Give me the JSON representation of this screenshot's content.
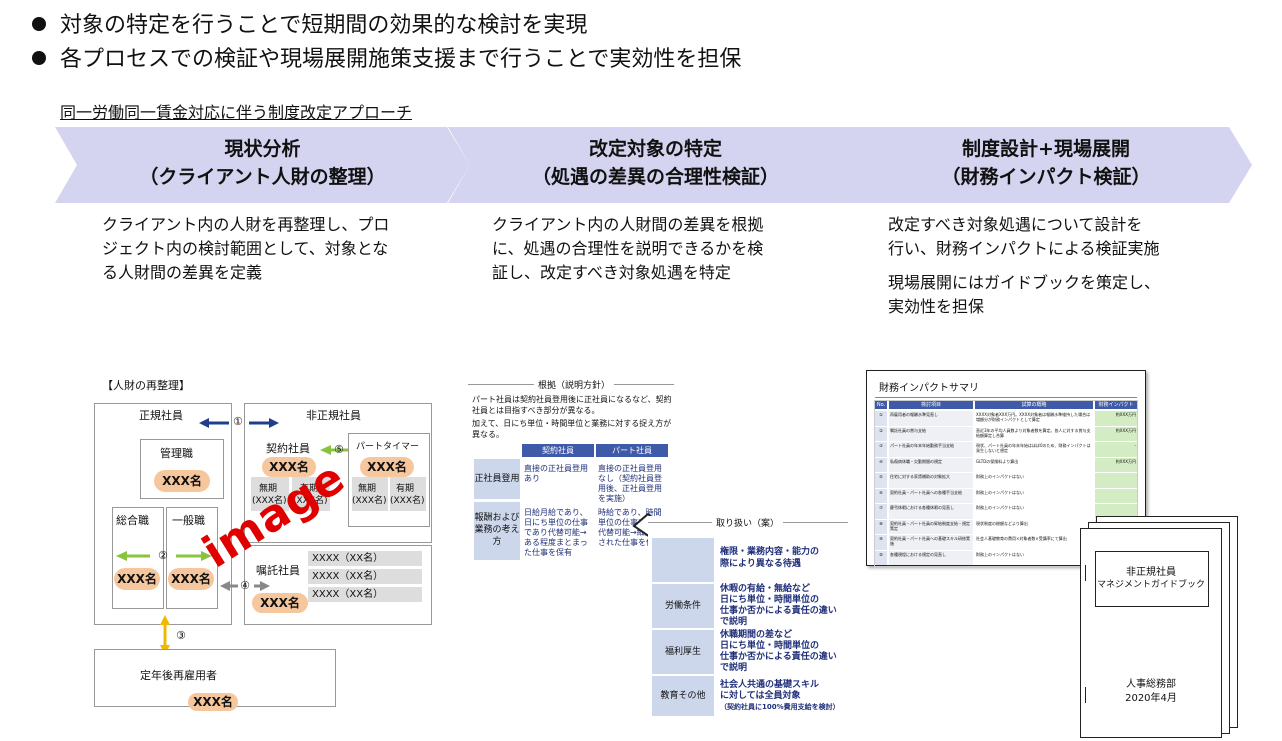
{
  "bullets": [
    "対象の特定を行うことで短期間の効果的な検討を実現",
    "各プロセスでの検証や現場展開施策支援まで行うことで実効性を担保"
  ],
  "approach_title": "同一労働同一賃金対応に伴う制度改定アプローチ",
  "steps": [
    {
      "line1": "現状分析",
      "line2": "（クライアント人財の整理）",
      "desc": [
        "クライアント内の人財を再整理し、プロ",
        "ジェクト内の検討範囲として、対象とな",
        "る人財間の差異を定義"
      ]
    },
    {
      "line1": "改定対象の特定",
      "line2": "（処遇の差異の合理性検証）",
      "desc": [
        "クライアント内の人財間の差異を根拠",
        "に、処遇の合理性を説明できるかを検",
        "証し、改定すべき対象処遇を特定"
      ]
    },
    {
      "line1": "制度設計+現場展開",
      "line2": "（財務インパクト検証）",
      "desc": [
        "改定すべき対象処遇について設計を",
        "行い、財務インパクトによる検証実施"
      ],
      "desc2": [
        "現場展開にはガイドブックを策定し、",
        "実効性を担保"
      ]
    }
  ],
  "fig1": {
    "title": "【人財の再整理】",
    "seiki": "正規社員",
    "hiseiki": "非正規社員",
    "kanri": "管理職",
    "sougou": "総合職",
    "ippan": "一般職",
    "keiyaku": "契約社員",
    "part": "パートタイマー",
    "shokutaku": "嘱託社員",
    "teinen": "定年後再雇用者",
    "xxx": "XXX名",
    "muki": "無期",
    "yuki": "有期",
    "muki_sub": "(XXX名)",
    "yuki_sub": "(XXX名)",
    "xxxx_rows": [
      "XXXX（XX名）",
      "XXXX（XX名）",
      "XXXX（XX名）"
    ],
    "n1": "①",
    "n2": "②",
    "n3": "③",
    "n4": "④",
    "n5": "⑤",
    "watermark": "image"
  },
  "fig2": {
    "header": "根拠（説明方針）",
    "para1": "パート社員は契約社員登用後に正社員になるなど、契約社員とは目指すべき部分が異なる。",
    "para2": "加えて、日にち単位・時間単位と業務に対する捉え方が異なる。",
    "col1": "契約社員",
    "col2": "パート社員",
    "row1": "正社員登用",
    "row2": "報酬および業務の考え方",
    "r1c1": "直接の正社員登用あり",
    "r1c2": "直接の正社員登用なし（契約社員登用後、正社員登用を実施）",
    "r2c1": "日給月給であり、日にち単位の仕事であり代替可能→ある程度まとまった仕事を保有",
    "r2c2": "時給であり、時間単位の仕事であり代替可能→細分化された仕事を保有"
  },
  "fig3": {
    "header": "取り扱い（案）",
    "rows": [
      {
        "label": "",
        "text": [
          "権限・業務内容・能力の",
          "際により異なる待遇"
        ]
      },
      {
        "label": "労働条件",
        "text": [
          "休暇の有給・無給など",
          "日にち単位・時間単位の",
          "仕事か否かによる責任の違い",
          "で説明"
        ]
      },
      {
        "label": "福利厚生",
        "text": [
          "休職期間の差など",
          "日にち単位・時間単位の",
          "仕事か否かによる責任の違い",
          "で説明"
        ]
      },
      {
        "label": "教育その他",
        "text": [
          "社会人共通の基礎スキル",
          "に対しては全員対象",
          "（契約社員に100%費用支給を検討）"
        ]
      }
    ]
  },
  "fig4": {
    "title": "財務インパクトサマリ",
    "headers": [
      "No.",
      "検討項目",
      "試算の概略",
      "財務インパクト"
    ],
    "rows": [
      {
        "no": "①",
        "item": "再雇用者の報酬水準見直し",
        "desc": "XXXX対象者XXX万円。XXXX対象者は報酬水準維持した場合は増額分が財務インパクトとして算定",
        "impact": "約XXX万円"
      },
      {
        "no": "②",
        "item": "嘱託社員の賞与支給",
        "desc": "直近3年の平均人員数より対象者数を算定。各人に対する賞与支給額算定し合算",
        "impact": "約XXX万円"
      },
      {
        "no": "③",
        "item": "パート社員の年末年始勤務手当支給",
        "desc": "現状、パート社員の年末年始はほぼ0のため、財務インパクトは発生しないと想定",
        "impact": "-"
      },
      {
        "no": "④",
        "item": "私傷病休職・欠勤期間の規定",
        "desc": "GLTDの保険料より算出",
        "impact": "約XXX万円"
      },
      {
        "no": "⑤",
        "item": "住宅に対する家賃補助の対象拡大",
        "desc": "財務上のインパクトはない",
        "impact": ""
      },
      {
        "no": "⑥",
        "item": "契約社員・パート社員への各種手当支給",
        "desc": "財務上のインパクトはない",
        "impact": ""
      },
      {
        "no": "⑦",
        "item": "慶弔休暇における各種休暇の見直し",
        "desc": "財務上のインパクトはない",
        "impact": ""
      },
      {
        "no": "⑧",
        "item": "契約社員・パート社員の昇給制度支給・規定策定",
        "desc": "現状制度の総額などより算出",
        "impact": ""
      },
      {
        "no": "⑨",
        "item": "契約社員・パート社員への基礎スキル研修実施",
        "desc": "社会人基礎教育の費用×対象者数×受講率にて算出",
        "impact": ""
      },
      {
        "no": "⑩",
        "item": "各種規程における規定の見直し",
        "desc": "財務上のインパクトはない",
        "impact": ""
      }
    ]
  },
  "guidebook": {
    "title1": "非正規社員",
    "title2": "マネジメントガイドブック",
    "dept": "人事総務部",
    "date": "2020年4月"
  }
}
